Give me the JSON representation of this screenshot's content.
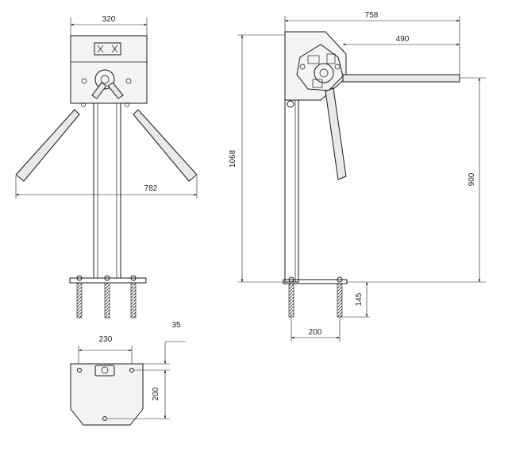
{
  "views": {
    "front": {
      "width_label": "320",
      "arm_span_label": "782"
    },
    "side": {
      "total_width_label": "758",
      "arm_length_label": "490",
      "height_label": "1068",
      "arm_height_label": "900",
      "anchor_depth_label": "145",
      "base_width_label": "200"
    },
    "plan": {
      "width_label": "230",
      "offset_label": "35",
      "depth_label": "200"
    }
  }
}
